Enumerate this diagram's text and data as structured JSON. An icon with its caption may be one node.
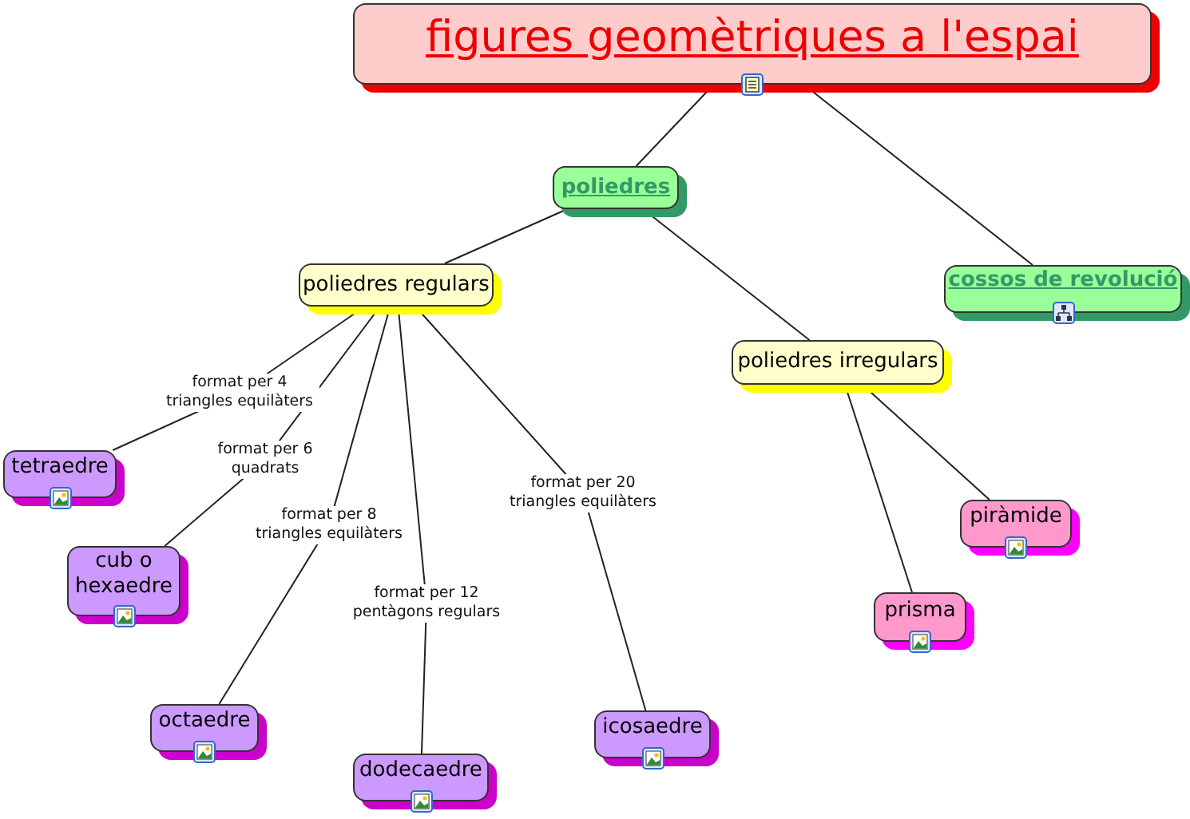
{
  "diagram": {
    "nodes": [
      {
        "text": [
          "figures geomètriques a l'espai"
        ]
      },
      {
        "text": [
          "poliedres"
        ]
      },
      {
        "text": [
          "cossos de revolució"
        ]
      },
      {
        "text": [
          "poliedres regulars"
        ]
      },
      {
        "text": [
          "poliedres irregulars"
        ]
      },
      {
        "text": [
          "tetraedre"
        ]
      },
      {
        "text": [
          "cub o hexaedre"
        ]
      },
      {
        "text": [
          "octaedre"
        ]
      },
      {
        "text": [
          "dodecaedre"
        ]
      },
      {
        "text": [
          "icosaedre"
        ]
      },
      {
        "text": [
          "piràmide"
        ]
      },
      {
        "text": [
          "prisma"
        ]
      }
    ],
    "edges": [
      {
        "from": 0,
        "to": 1,
        "arrow": "none"
      },
      {
        "from": 0,
        "to": 2,
        "arrow": "none"
      },
      {
        "from": 1,
        "to": 3,
        "arrow": "none"
      },
      {
        "from": 1,
        "to": 4,
        "arrow": "none"
      },
      {
        "from": 3,
        "to": 5,
        "arrow": "none",
        "label": "format per 4 triangles equilàters"
      },
      {
        "from": 3,
        "to": 6,
        "arrow": "none",
        "label": "format per 6 quadrats"
      },
      {
        "from": 3,
        "to": 7,
        "arrow": "none",
        "label": "format per 8 triangles equilàters"
      },
      {
        "from": 3,
        "to": 8,
        "arrow": "none",
        "label": "format per 12 pentàgons regulars"
      },
      {
        "from": 3,
        "to": 9,
        "arrow": "none",
        "label": "format per 20 triangles equilàters"
      },
      {
        "from": 4,
        "to": 10,
        "arrow": "none"
      },
      {
        "from": 4,
        "to": 11,
        "arrow": "none"
      }
    ]
  }
}
